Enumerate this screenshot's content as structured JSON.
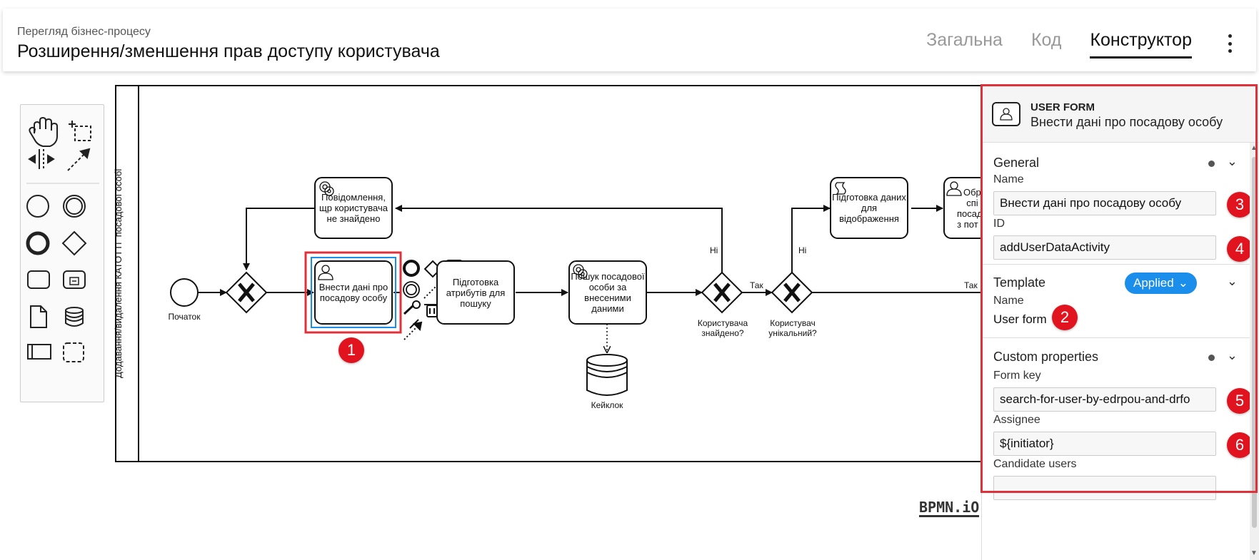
{
  "header": {
    "subtitle": "Перегляд бізнес-процесу",
    "title": "Розширення/зменшення прав доступу користувача",
    "tabs": [
      {
        "label": "Загальна",
        "active": false
      },
      {
        "label": "Код",
        "active": false
      },
      {
        "label": "Конструктор",
        "active": true
      }
    ]
  },
  "diagram": {
    "lane_label": "Додавання/видалення КАТОТТГ посадової особі",
    "start_label": "Початок",
    "tasks": {
      "notify": "Повідомлення, щр користувача не знайдено",
      "user_form": "Внести дані про посадову особу",
      "prepare_attrs": "Підготовка атрибутів для пошуку",
      "search": "Пошук посадової особи за внесеними даними",
      "prepare_display": "Підготовка даних для відображення",
      "partial": "Обр спі посадо з пот П"
    },
    "gateway_labels": {
      "found": "Користувача знайдено?",
      "unique": "Користувач унікальний?"
    },
    "flow_labels": {
      "no_1": "Ні",
      "yes_1": "Так",
      "no_2": "Ні",
      "yes_2": "Так"
    },
    "datastore_label": "Кейклок",
    "logo": "BPMN.iO"
  },
  "badges": [
    "1",
    "2",
    "3",
    "4",
    "5",
    "6"
  ],
  "panel": {
    "element_type": "USER FORM",
    "element_name": "Внести дані про посадову особу",
    "general": {
      "title": "General",
      "name_label": "Name",
      "name_value": "Внести дані про посадову особу",
      "id_label": "ID",
      "id_value": "addUserDataActivity"
    },
    "template": {
      "title": "Template",
      "status": "Applied",
      "name_label": "Name",
      "name_value": "User form"
    },
    "custom": {
      "title": "Custom properties",
      "form_key_label": "Form key",
      "form_key_value": "search-for-user-by-edrpou-and-drfo",
      "assignee_label": "Assignee",
      "assignee_value": "${initiator}",
      "candidate_users_label": "Candidate users",
      "candidate_users_value": ""
    }
  },
  "colors": {
    "highlight_red": "#e0303a",
    "badge_red": "#e0131e",
    "selection_blue": "#1a8eea",
    "applied_blue": "#1a8eea"
  }
}
